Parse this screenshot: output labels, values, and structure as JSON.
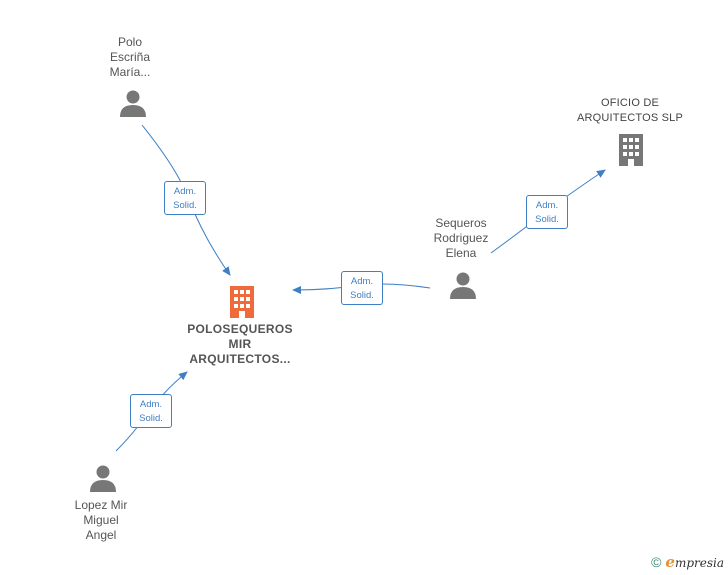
{
  "nodes": {
    "polo_escrina": {
      "label_lines": [
        "Polo",
        "Escriña",
        "María..."
      ]
    },
    "oficio": {
      "label_lines": [
        "OFICIO DE",
        "ARQUITECTOS SLP"
      ]
    },
    "sequeros": {
      "label_lines": [
        "Sequeros",
        "Rodriguez",
        "Elena"
      ]
    },
    "main_company": {
      "label_lines": [
        "POLOSEQUEROS",
        "MIR",
        "ARQUITECTOS..."
      ]
    },
    "lopez": {
      "label_lines": [
        "Lopez Mir",
        "Miguel",
        "Angel"
      ]
    }
  },
  "edges": {
    "e1": {
      "line1": "Adm.",
      "line2": "Solid."
    },
    "e2": {
      "line1": "Adm.",
      "line2": "Solid."
    },
    "e3": {
      "line1": "Adm.",
      "line2": "Solid."
    },
    "e4": {
      "line1": "Adm.",
      "line2": "Solid."
    }
  },
  "colors": {
    "edge": "#3f7fc4",
    "person_icon": "#777777",
    "company_icon": "#777777",
    "main_company_icon": "#f06b3c"
  },
  "footer": {
    "copyright": "©",
    "brand_initial": "e",
    "brand_rest": "mpresia"
  }
}
